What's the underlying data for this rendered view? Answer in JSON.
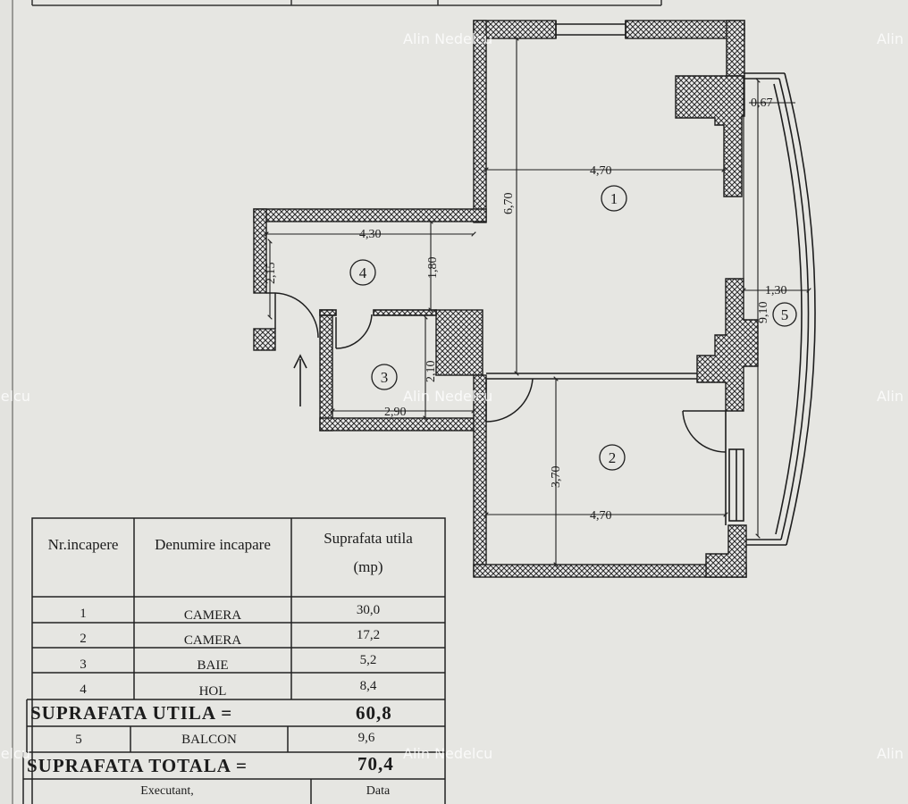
{
  "watermark": "Alin Nedelcu",
  "plan": {
    "rooms": [
      "1",
      "2",
      "3",
      "4",
      "5"
    ],
    "dims": {
      "r1_width": "4,70",
      "r1_length": "6,70",
      "r1_wall": "0,67",
      "hol_width": "4,30",
      "hol_side": "2,15",
      "hol_depth": "1,80",
      "baie_width": "2,90",
      "baie_depth": "2,10",
      "r2_width": "4,70",
      "r2_length": "3,70",
      "balcon_width": "1,30",
      "balcon_length": "9,10"
    }
  },
  "table": {
    "headers": {
      "nr": "Nr.incapere",
      "name": "Denumire incapare",
      "area_line1": "Suprafata utila",
      "area_line2": "(mp)"
    },
    "rows": [
      {
        "nr": "1",
        "name": "CAMERA",
        "area": "30,0"
      },
      {
        "nr": "2",
        "name": "CAMERA",
        "area": "17,2"
      },
      {
        "nr": "3",
        "name": "BAIE",
        "area": "5,2"
      },
      {
        "nr": "4",
        "name": "HOL",
        "area": "8,4"
      }
    ],
    "useful": {
      "label": "SUPRAFATA UTILA =",
      "value": "60,8"
    },
    "balcony_row": {
      "nr": "5",
      "name": "BALCON",
      "area": "9,6"
    },
    "total": {
      "label": "SUPRAFATA TOTALA =",
      "value": "70,4"
    },
    "footer": {
      "left": "Executant,",
      "right": "Data"
    }
  }
}
